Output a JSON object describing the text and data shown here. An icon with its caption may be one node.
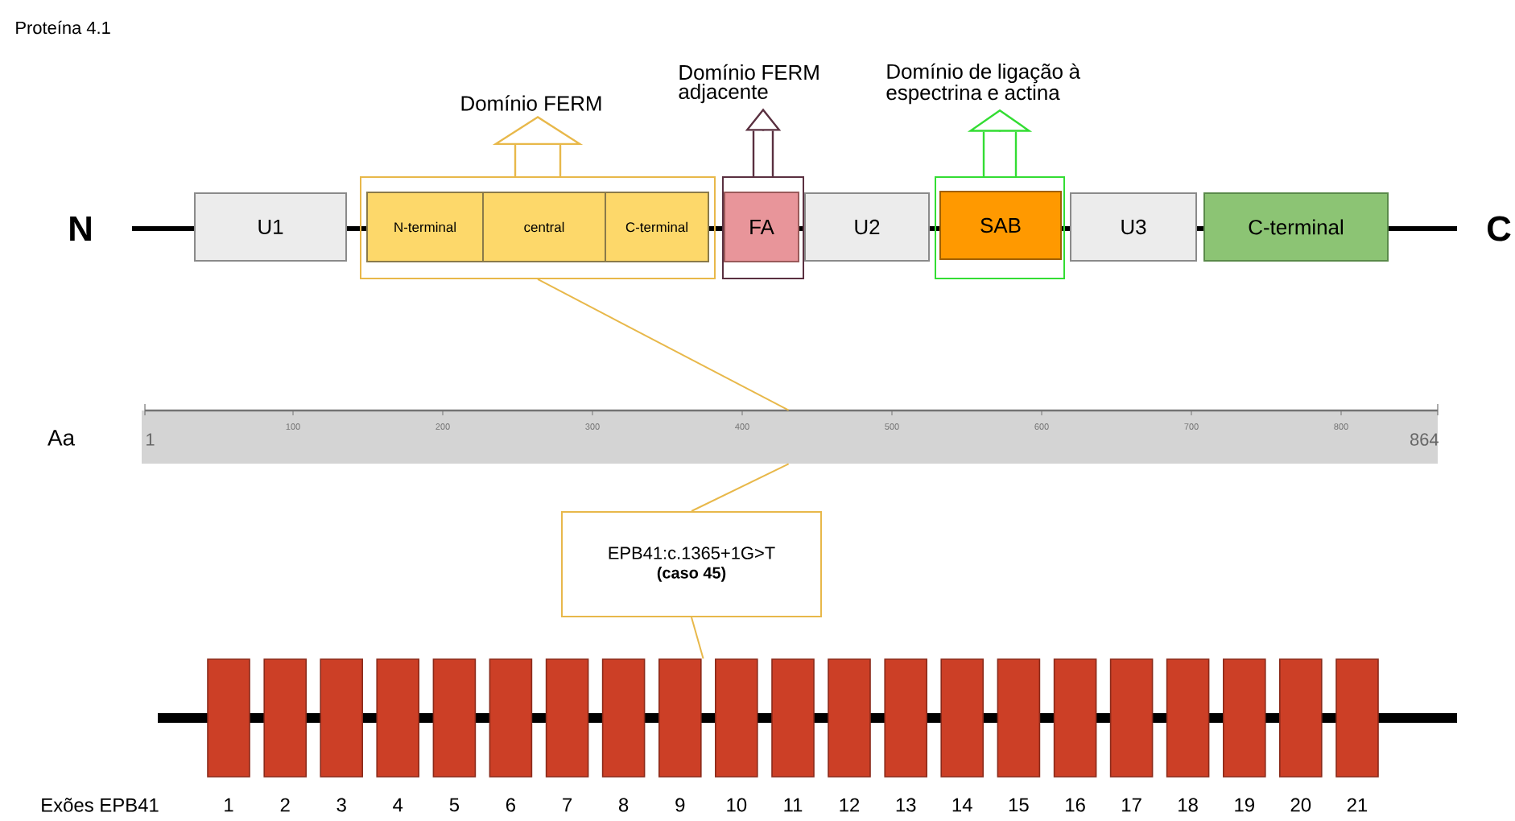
{
  "diagram": {
    "nodes": [
      {
        "text": [
          "U1"
        ]
      },
      {
        "text": [],
        "shape": "box"
      },
      {
        "text": [
          "N-terminal"
        ],
        "in": 1
      },
      {
        "text": [
          "central"
        ],
        "in": 1
      },
      {
        "text": [
          "C-terminal"
        ],
        "in": 1
      },
      {
        "text": [
          "Domínio FERM"
        ]
      },
      {
        "text": [],
        "shape": "box"
      },
      {
        "text": [
          "FA"
        ],
        "in": 6
      },
      {
        "text": [
          "Domínio FERM adjacente"
        ]
      },
      {
        "text": [
          "U2"
        ]
      },
      {
        "text": [],
        "shape": "box"
      },
      {
        "text": [
          "SAB"
        ],
        "in": 10
      },
      {
        "text": [
          "Domínio de ligação à espectrina e actina"
        ]
      },
      {
        "text": [
          "U3"
        ]
      },
      {
        "text": [
          "C-terminal"
        ]
      },
      {
        "text": [],
        "shape": "bar"
      },
      {
        "text": [
          "EPB41:c.1365+1G>T",
          "(caso 45)"
        ]
      },
      {
        "text": [],
        "shape": "box",
        "beside": [
          "1"
        ]
      },
      {
        "text": [],
        "shape": "box",
        "beside": [
          "2"
        ]
      },
      {
        "text": [],
        "shape": "box",
        "beside": [
          "3"
        ]
      },
      {
        "text": [],
        "shape": "box",
        "beside": [
          "4"
        ]
      },
      {
        "text": [],
        "shape": "box",
        "beside": [
          "5"
        ]
      },
      {
        "text": [],
        "shape": "box",
        "beside": [
          "6"
        ]
      },
      {
        "text": [],
        "shape": "box",
        "beside": [
          "7"
        ]
      },
      {
        "text": [],
        "shape": "box",
        "beside": [
          "8"
        ]
      },
      {
        "text": [],
        "shape": "box",
        "beside": [
          "9"
        ]
      },
      {
        "text": [],
        "shape": "box",
        "beside": [
          "10"
        ]
      },
      {
        "text": [],
        "shape": "box",
        "beside": [
          "11"
        ]
      },
      {
        "text": [],
        "shape": "box",
        "beside": [
          "12"
        ]
      },
      {
        "text": [],
        "shape": "box",
        "beside": [
          "13"
        ]
      },
      {
        "text": [],
        "shape": "box",
        "beside": [
          "14"
        ]
      },
      {
        "text": [],
        "shape": "box",
        "beside": [
          "15"
        ]
      },
      {
        "text": [],
        "shape": "box",
        "beside": [
          "16"
        ]
      },
      {
        "text": [],
        "shape": "box",
        "beside": [
          "17"
        ]
      },
      {
        "text": [],
        "shape": "box",
        "beside": [
          "18"
        ]
      },
      {
        "text": [],
        "shape": "box",
        "beside": [
          "19"
        ]
      },
      {
        "text": [],
        "shape": "box",
        "beside": [
          "20"
        ]
      },
      {
        "text": [],
        "shape": "box",
        "beside": [
          "21"
        ]
      }
    ],
    "edges": [
      {
        "from": 1,
        "to": 5,
        "arrow": "to",
        "color": "#e8b84a"
      },
      {
        "from": 6,
        "to": 8,
        "arrow": "to",
        "color": "#5a3040"
      },
      {
        "from": 10,
        "to": 12,
        "arrow": "to",
        "color": "#33dd33"
      },
      {
        "from": 1,
        "to": 15,
        "arrow": "none",
        "color": "#e8b84a"
      },
      {
        "from": 15,
        "to": 16,
        "arrow": "none",
        "color": "#e8b84a"
      },
      {
        "from": 16,
        "to": 25,
        "arrow": "none",
        "color": "#e8b84a"
      }
    ],
    "labels": [
      "Proteína 4.1",
      "N",
      "C",
      "Aa",
      "1",
      "100",
      "200",
      "300",
      "400",
      "500",
      "600",
      "700",
      "800",
      "864",
      "Exões EPB41"
    ]
  }
}
